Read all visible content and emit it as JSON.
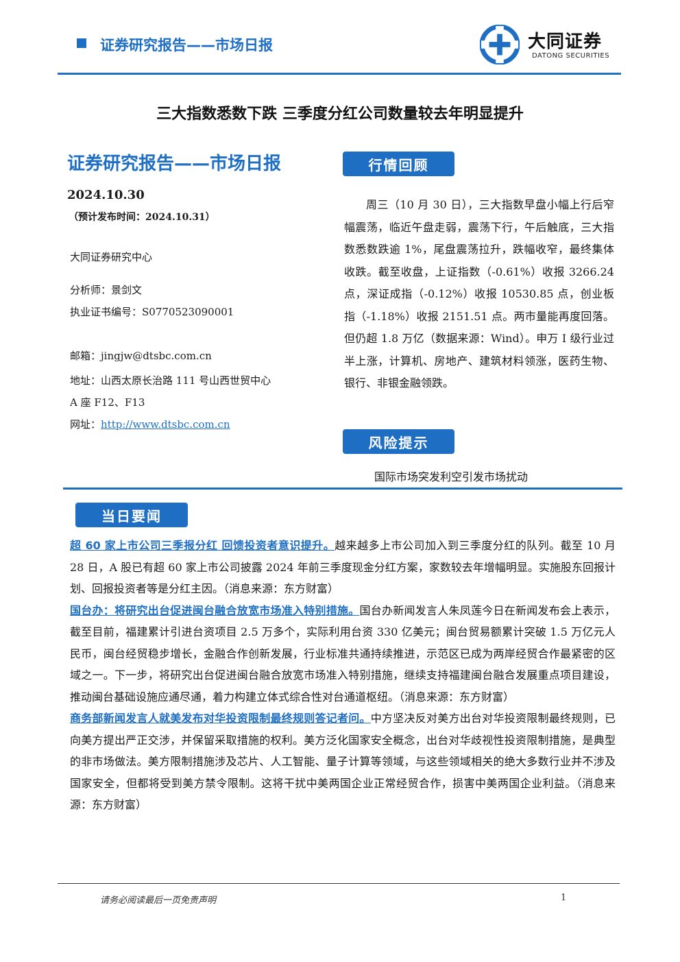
{
  "header": {
    "report_type": "证券研究报告——市场日报",
    "logo_cn": "大同证券",
    "logo_en": "DATONG SECURITIES"
  },
  "title": "三大指数悉数下跌 三季度分红公司数量较去年明显提升",
  "left": {
    "heading": "证券研究报告——市场日报",
    "date": "2024.10.30",
    "publish": "（预计发布时间：2024.10.31）",
    "center": "大同证券研究中心",
    "analyst": "分析师：景剑文",
    "cert": "执业证书编号：S0770523090001",
    "email": "邮箱：jingjw@dtsbc.com.cn",
    "address_1": "地址：山西太原长治路 111 号山西世贸中心",
    "address_2": "A 座 F12、F13",
    "web_label": "网址：",
    "web_url": "http://www.dtsbc.com.cn"
  },
  "review": {
    "label": "行情回顾",
    "text": "周三（10 月 30 日），三大指数早盘小幅上行后窄幅震荡，临近午盘走弱，震荡下行，午后触底，三大指数悉数跌逾 1%，尾盘震荡拉升，跌幅收窄，最终集体收跌。截至收盘，上证指数（-0.61%）收报 3266.24 点，深证成指（-0.12%）收报 10530.85 点，创业板指（-1.18%）收报 2151.51 点。两市量能再度回落。但仍超 1.8 万亿（数据来源：Wind）。申万 I 级行业过半上涨，计算机、房地产、建筑材料领涨，医药生物、银行、非银金融领跌。"
  },
  "risk": {
    "label": "风险提示",
    "text": "国际市场突发利空引发市场扰动"
  },
  "news": {
    "label": "当日要闻",
    "items": [
      {
        "headline": "超 60 家上市公司三季报分红 回馈投资者意识提升。",
        "body": "越来越多上市公司加入到三季度分红的队列。截至 10 月 28 日，A 股已有超 60 家上市公司披露 2024 年前三季度现金分红方案，家数较去年增幅明显。实施股东回报计划、回报投资者等是分红主因。（消息来源：东方财富）"
      },
      {
        "headline": "国台办：将研究出台促进闽台融合放宽市场准入特别措施。",
        "body": "国台办新闻发言人朱凤莲今日在新闻发布会上表示，截至目前，福建累计引进台资项目 2.5 万多个，实际利用台资 330 亿美元；闽台贸易额累计突破 1.5 万亿元人民币，闽台经贸稳步增长，金融合作创新发展，行业标准共通持续推进，示范区已成为两岸经贸合作最紧密的区域之一。下一步，将研究出台促进闽台融合放宽市场准入特别措施，继续支持福建闽台融合发展重点项目建设，推动闽台基础设施应通尽通，着力构建立体式综合性对台通道枢纽。（消息来源：东方财富）"
      },
      {
        "headline": "商务部新闻发言人就美发布对华投资限制最终规则答记者问。",
        "body": "中方坚决反对美方出台对华投资限制最终规则，已向美方提出严正交涉，并保留采取措施的权利。美方泛化国家安全概念，出台对华歧视性投资限制措施，是典型的非市场做法。美方限制措施涉及芯片、人工智能、量子计算等领域，与这些领域相关的绝大多数行业并不涉及国家安全，但都将受到美方禁令限制。这将干扰中美两国企业正常经贸合作，损害中美两国企业利益。（消息来源：东方财富）"
      }
    ]
  },
  "footer": {
    "disclaimer": "请务必阅读最后一页免责声明",
    "page": "1"
  },
  "colors": {
    "accent": "#1e6fc4"
  }
}
